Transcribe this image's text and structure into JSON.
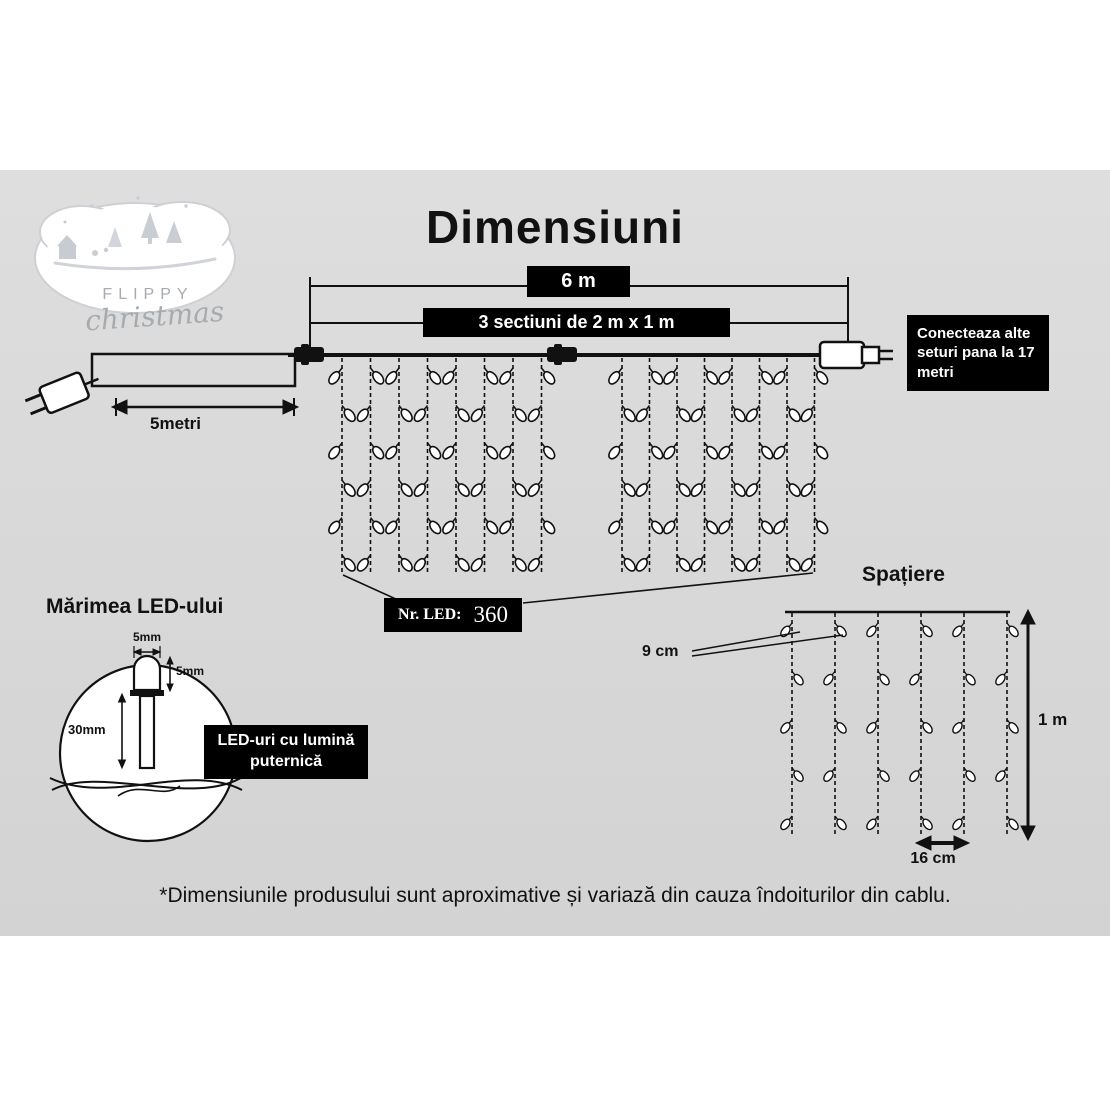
{
  "page": {
    "title": "Dimensiuni",
    "footnote": "*Dimensiunile produsului sunt aproximative și variază din cauza îndoiturilor din cablu."
  },
  "logo": {
    "name_top": "FLIPPY",
    "name_script": "christmas"
  },
  "top_diagram": {
    "total_length_label": "6 m",
    "sections_label": "3 sectiuni de 2 m x 1 m",
    "lead_cable_label": "5metri",
    "connect_label": "Conecteaza alte seturi pana la 17 metri",
    "led_count_label": "Nr. LED:",
    "led_count_value": "360"
  },
  "spacing_diagram": {
    "heading": "Spațiere",
    "column_gap_label": "9 cm",
    "drop_height_label": "1 m",
    "led_gap_label": "16 cm"
  },
  "led_size_diagram": {
    "heading": "Mărimea LED-ului",
    "bulb_width_label": "5mm",
    "bulb_height_label": "5mm",
    "body_length_label": "30mm",
    "note": "LED-uri cu lumină puternică"
  }
}
